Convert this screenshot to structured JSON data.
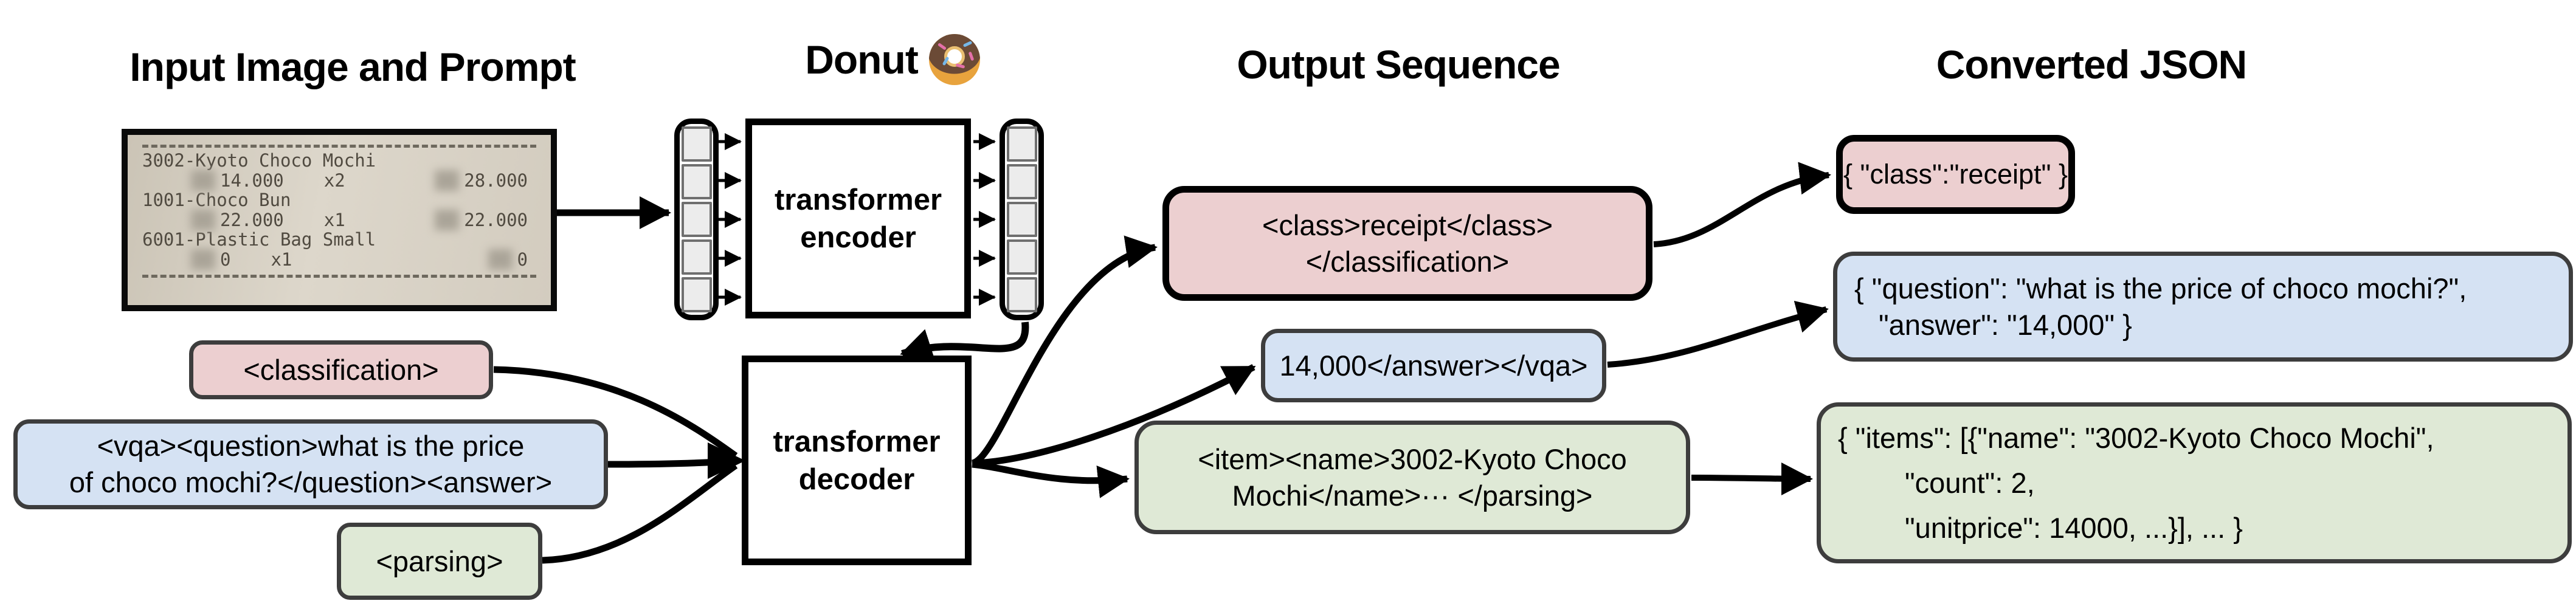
{
  "titles": {
    "input": "Input Image and Prompt",
    "model": "Donut",
    "output": "Output Sequence",
    "json": "Converted JSON"
  },
  "receipt": {
    "rows": [
      {
        "name": "3002-Kyoto Choco Mochi",
        "price": "14.000",
        "qty": "x2",
        "total": "28.000"
      },
      {
        "name": "1001-Choco Bun",
        "price": "22.000",
        "qty": "x1",
        "total": "22.000"
      },
      {
        "name": "6001-Plastic Bag Small",
        "price": "0",
        "qty": "x1",
        "total": "0"
      }
    ]
  },
  "model": {
    "encoder_line1": "transformer",
    "encoder_line2": "encoder",
    "decoder_line1": "transformer",
    "decoder_line2": "decoder"
  },
  "prompts": {
    "classification": {
      "text": "<classification>"
    },
    "vqa": {
      "line1": "<vqa><question>what is the price",
      "line2": "of choco mochi?</question><answer>"
    },
    "parsing": {
      "text": "<parsing>"
    }
  },
  "outputs": {
    "classification": {
      "line1": "<class>receipt</class>",
      "line2": "</classification>"
    },
    "vqa": {
      "text": "14,000</answer></vqa>"
    },
    "parsing": {
      "line1": "<item><name>3002-Kyoto Choco",
      "line2": "Mochi</name>··· </parsing>"
    }
  },
  "converted_json": {
    "classification": {
      "text": "{ \"class\":\"receipt\" }"
    },
    "vqa": {
      "line1": "{ \"question\": \"what is the price of choco mochi?\",",
      "line2": "\"answer\": \"14,000\" }"
    },
    "parsing": {
      "line1": "{ \"items\": [{\"name\": \"3002-Kyoto Choco Mochi\",",
      "line2": "\"count\": 2,",
      "line3": "\"unitprice\": 14000, ...}], ... }"
    }
  },
  "colors": {
    "classification_fill": "#eccfd0",
    "vqa_fill": "#d5e2f3",
    "parsing_fill": "#dfe9d6",
    "highlight_border": "#000000",
    "box_border": "#3d3d3d"
  }
}
